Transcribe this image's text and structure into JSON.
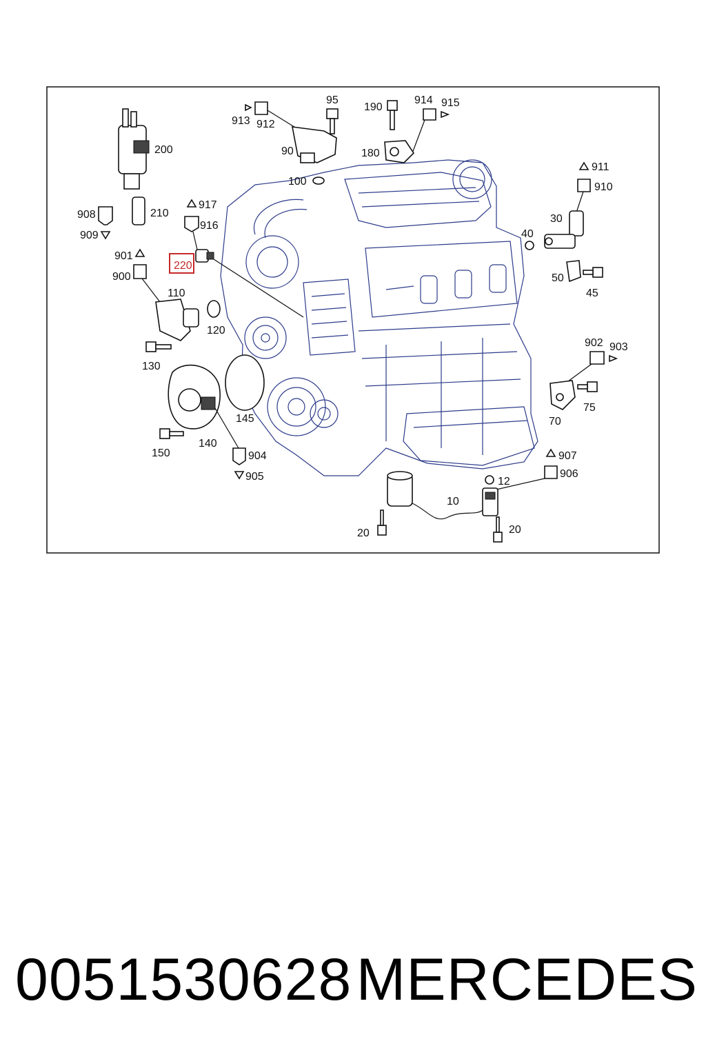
{
  "callouts": {
    "c200": "200",
    "c210": "210",
    "c908": "908",
    "c909": "909",
    "c917": "917",
    "c916": "916",
    "c220": "220",
    "c901": "901",
    "c900": "900",
    "c110": "110",
    "c120": "120",
    "c130": "130",
    "c140": "140",
    "c145": "145",
    "c150": "150",
    "c904": "904",
    "c905": "905",
    "c913": "913",
    "c912": "912",
    "c90": "90",
    "c95": "95",
    "c100": "100",
    "c190": "190",
    "c914": "914",
    "c915": "915",
    "c180": "180",
    "c911": "911",
    "c910": "910",
    "c30": "30",
    "c40": "40",
    "c50": "50",
    "c45": "45",
    "c902": "902",
    "c903": "903",
    "c70": "70",
    "c75": "75",
    "c907": "907",
    "c906": "906",
    "c12": "12",
    "c10": "10",
    "c20a": "20",
    "c20b": "20"
  },
  "highlight_color": "#c62828",
  "caption": {
    "part_number": "0051530628",
    "brand": "MERCEDES"
  }
}
